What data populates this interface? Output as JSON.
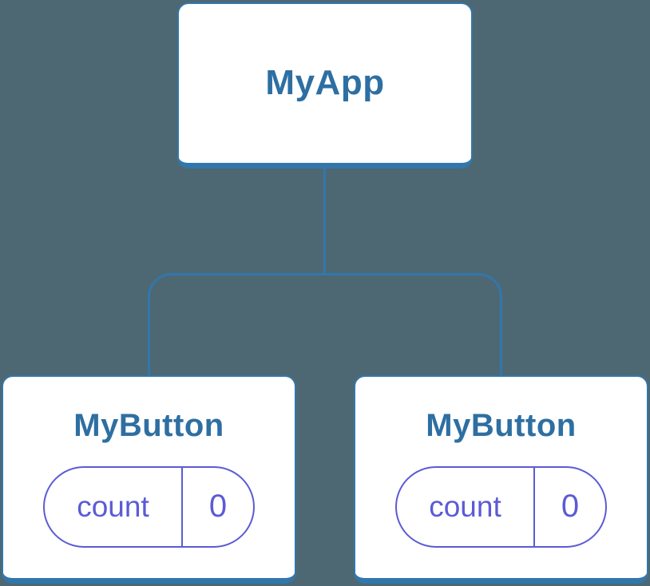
{
  "palette": {
    "background": "#4D6872",
    "node_border": "#3277AC",
    "node_fill": "#FFFFFF",
    "label": "#2E6FA2",
    "state": "#5B5BD6"
  },
  "tree": {
    "root": {
      "label": "MyApp"
    },
    "children": [
      {
        "label": "MyButton",
        "state": {
          "key": "count",
          "value": "0"
        }
      },
      {
        "label": "MyButton",
        "state": {
          "key": "count",
          "value": "0"
        }
      }
    ]
  }
}
